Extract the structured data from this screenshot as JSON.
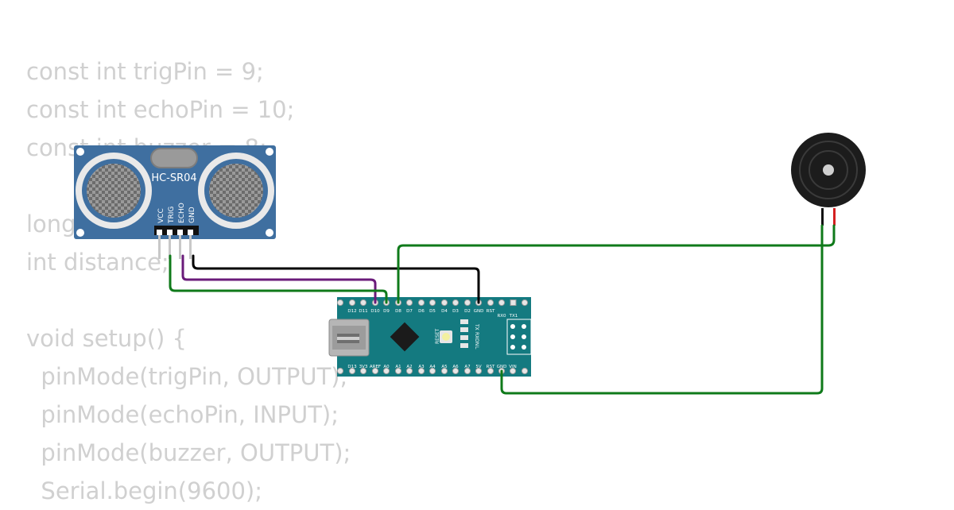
{
  "code_lines": [
    "const int trigPin = 9;",
    "const int echoPin = 10;",
    "const int buzzer = 8;",
    "",
    "long duration;",
    "int distance;",
    "",
    "void setup() {",
    "  pinMode(trigPin, OUTPUT);",
    "  pinMode(echoPin, INPUT);",
    "  pinMode(buzzer, OUTPUT);",
    "  Serial.begin(9600);"
  ],
  "sensor": {
    "model": "HC-SR04",
    "pins": [
      "VCC",
      "TRIG",
      "ECHO",
      "GND"
    ]
  },
  "nano": {
    "top_pins": [
      "D12",
      "D11",
      "D10",
      "D9",
      "D8",
      "D7",
      "D6",
      "D5",
      "D4",
      "D3",
      "D2",
      "GND",
      "RST",
      "RX0",
      "TX1"
    ],
    "bottom_pins": [
      "D13",
      "3V3",
      "AREF",
      "A0",
      "A1",
      "A2",
      "A3",
      "A4",
      "A5",
      "A6",
      "A7",
      "5V",
      "RST",
      "GND",
      "VIN"
    ],
    "reset_label": "RESET",
    "leds": [
      "TX",
      "RX",
      "ON",
      "L"
    ]
  },
  "wire_colors": {
    "gnd": "#000000",
    "echo": "#6a1b7a",
    "trig": "#0f7a1a",
    "buzzer": "#0f7a1a"
  },
  "colors": {
    "sensor_board": "#3f6fa0",
    "nano_board": "#147a80",
    "code_text": "#d0d0d0"
  }
}
